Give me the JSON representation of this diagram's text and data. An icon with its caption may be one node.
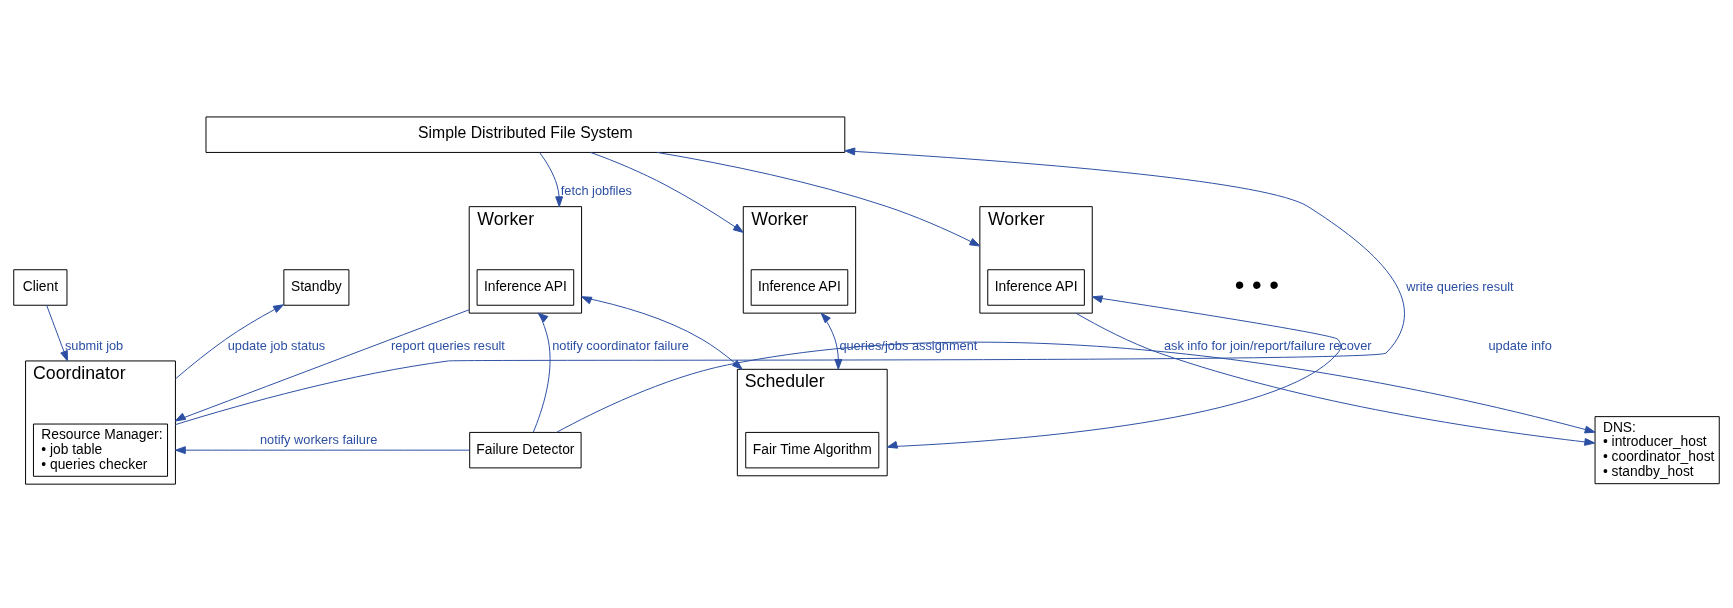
{
  "diagram": {
    "nodes": [
      {
        "text": [
          "Simple Distributed File System"
        ]
      },
      {
        "text": [
          "Client"
        ]
      },
      {
        "text": [
          "Standby"
        ]
      },
      {
        "text": [
          "Worker"
        ]
      },
      {
        "text": [
          "Inference API"
        ],
        "in": 3
      },
      {
        "text": [
          "Worker"
        ]
      },
      {
        "text": [
          "Inference API"
        ],
        "in": 5
      },
      {
        "text": [
          "Worker"
        ]
      },
      {
        "text": [
          "Inference API"
        ],
        "in": 7
      },
      {
        "text": [
          "Coordinator"
        ]
      },
      {
        "text": [
          "Resource Manager:",
          "• job table",
          "• queries checker"
        ],
        "in": 9
      },
      {
        "text": [
          "Failure Detector"
        ]
      },
      {
        "text": [
          "Scheduler"
        ]
      },
      {
        "text": [
          "Fair Time Algorithm"
        ],
        "in": 12
      },
      {
        "text": [
          "DNS:",
          "• introducer_host",
          "• coordinator_host",
          "• standby_host"
        ]
      }
    ],
    "edges": [
      {
        "from": 1,
        "to": 9,
        "arrow": "to",
        "label": "submit job"
      },
      {
        "from": 9,
        "to": 0,
        "arrow": "to",
        "label": "write queries result"
      },
      {
        "from": 9,
        "to": 2,
        "arrow": "to",
        "label": "update job status"
      },
      {
        "from": 3,
        "to": 9,
        "arrow": "to",
        "label": "report queries result"
      },
      {
        "from": 11,
        "to": 3,
        "arrow": "to",
        "label": "notify coordinator failure"
      },
      {
        "from": 11,
        "to": 9,
        "arrow": "to",
        "label": "notify workers failure"
      },
      {
        "from": 0,
        "to": 3,
        "arrow": "to",
        "label": "fetch jobfiles"
      },
      {
        "from": 0,
        "to": 5,
        "arrow": "to"
      },
      {
        "from": 0,
        "to": 7,
        "arrow": "to"
      },
      {
        "from": 12,
        "to": 3,
        "arrow": "both"
      },
      {
        "from": 12,
        "to": 5,
        "arrow": "both",
        "label": "queries/jobs assignment"
      },
      {
        "from": 12,
        "to": 7,
        "arrow": "both"
      },
      {
        "from": 7,
        "to": 14,
        "arrow": "to",
        "label": "ask info for join/report/failure recover"
      },
      {
        "from": 11,
        "to": 14,
        "arrow": "to",
        "label": "update info"
      }
    ],
    "labels": [
      "• • •"
    ]
  }
}
